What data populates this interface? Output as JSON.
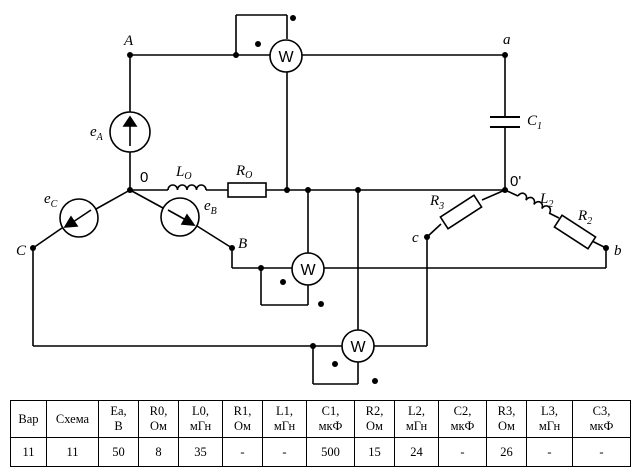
{
  "labels": {
    "A": "A",
    "a": "a",
    "B": "B",
    "b": "b",
    "C": "C",
    "c": "c",
    "zero": "0",
    "zero_prime": "0'",
    "eA": "e",
    "eA_sub": "A",
    "eB": "e",
    "eB_sub": "B",
    "eC": "e",
    "eC_sub": "C",
    "L0": "L",
    "L0_sub": "O",
    "R0": "R",
    "R0_sub": "O",
    "C1": "C",
    "C1_sub": "1",
    "R3": "R",
    "R3_sub": "3",
    "L2": "L",
    "L2_sub": "2",
    "R2": "R",
    "R2_sub": "2",
    "wattmeter": "W"
  },
  "table": {
    "headers": [
      [
        "Вар"
      ],
      [
        "Схема"
      ],
      [
        "Ea,",
        "В"
      ],
      [
        "R0,",
        "Ом"
      ],
      [
        "L0,",
        "мГн"
      ],
      [
        "R1,",
        "Ом"
      ],
      [
        "L1,",
        "мГн"
      ],
      [
        "C1,",
        "мкФ"
      ],
      [
        "R2,",
        "Ом"
      ],
      [
        "L2,",
        "мГн"
      ],
      [
        "C2,",
        "мкФ"
      ],
      [
        "R3,",
        "Ом"
      ],
      [
        "L3,",
        "мГн"
      ],
      [
        "C3,",
        "мкФ"
      ]
    ],
    "row": [
      "11",
      "11",
      "50",
      "8",
      "35",
      "-",
      "-",
      "500",
      "15",
      "24",
      "-",
      "26",
      "-",
      "-"
    ]
  }
}
